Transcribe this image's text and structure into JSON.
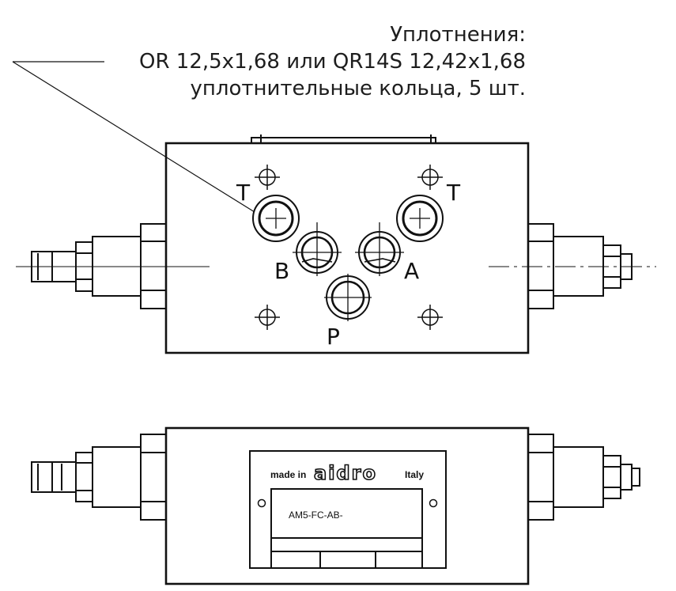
{
  "note": {
    "title": "Уплотнения:",
    "line1": "OR 12,5x1,68 или QR14S 12,42x1,68",
    "line2": "уплотнительные кольца, 5 шт."
  },
  "ports": {
    "t_left": "T",
    "t_right": "T",
    "b": "B",
    "a": "A",
    "p": "P"
  },
  "nameplate": {
    "made_in": "made in",
    "brand": "aidro",
    "country": "Italy",
    "model": "AM5-FC-AB-"
  },
  "colors": {
    "line": "#111111",
    "background": "#ffffff"
  }
}
